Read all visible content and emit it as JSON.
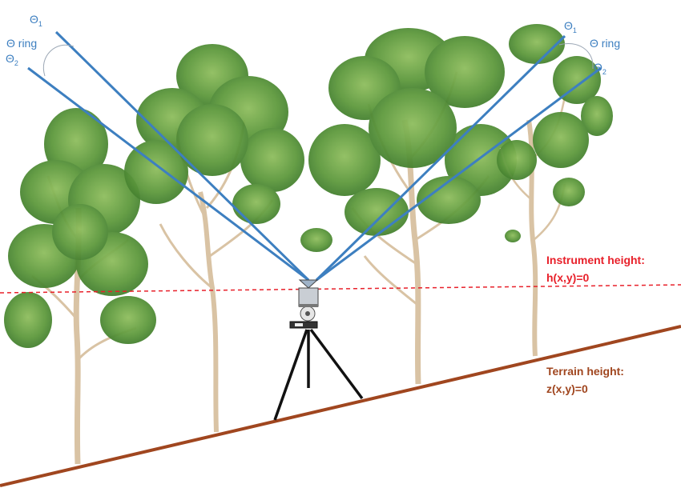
{
  "beams": {
    "left": {
      "theta1": "Θ",
      "theta1_sub": "1",
      "theta2": "Θ",
      "theta2_sub": "2",
      "ring": "Θ ring"
    },
    "right": {
      "theta1": "Θ",
      "theta1_sub": "1",
      "theta2": "Θ",
      "theta2_sub": "2",
      "ring": "Θ ring"
    }
  },
  "instrument_height": {
    "line1": "Instrument height:",
    "line2": "h(x,y)=0"
  },
  "terrain_height": {
    "line1": "Terrain height:",
    "line2": "z(x,y)=0"
  },
  "colors": {
    "beam": "#3d7fc0",
    "instrument_line": "#e8202a",
    "terrain": "#a0461f",
    "trunk": "#d9c3a4",
    "foliage": "#5a8f3a"
  }
}
